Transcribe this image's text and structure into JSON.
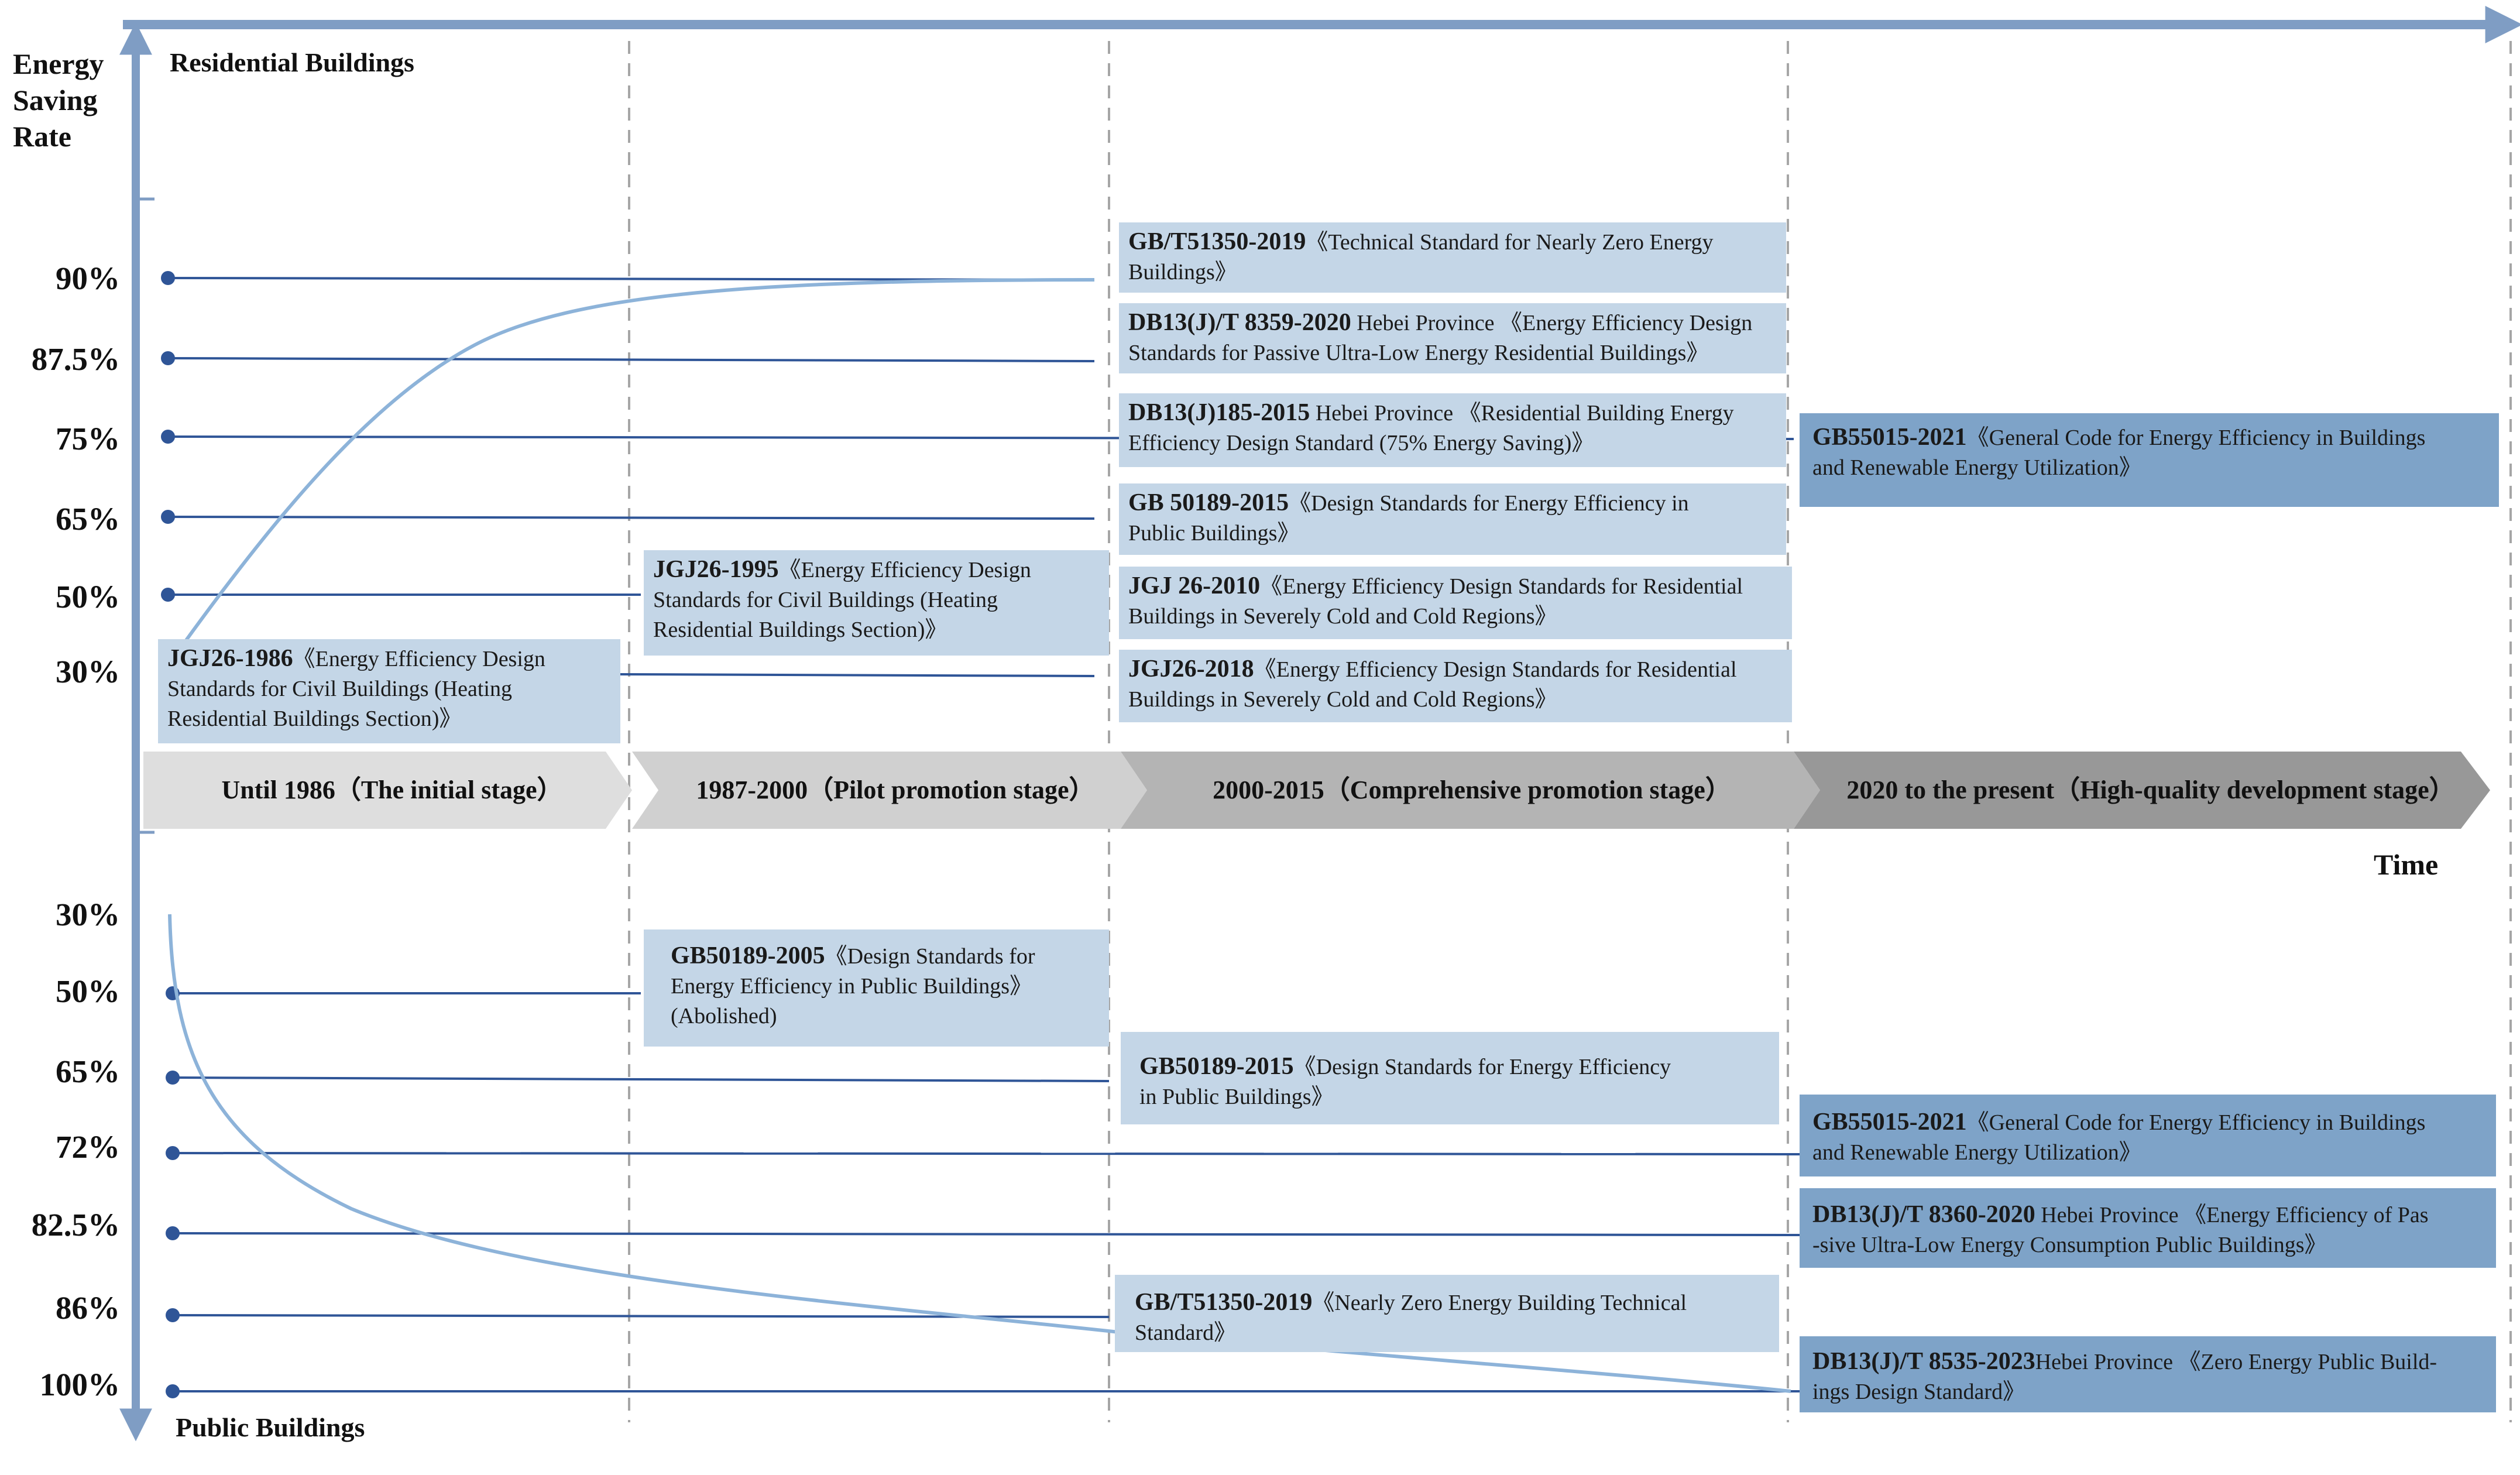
{
  "axis": {
    "y_title_lines": [
      "Energy",
      "Saving",
      "Rate"
    ],
    "x_title": "Time",
    "residential_label": "Residential Buildings",
    "public_label": "Public Buildings"
  },
  "colors": {
    "axis": "#7f9dc4",
    "guide_line": "#2f5597",
    "curve": "#8db3d9",
    "box_light": "#c4d6e7",
    "box_dark": "#7ea3c8",
    "stage_1": "#dedede",
    "stage_2": "#d0d0d0",
    "stage_3": "#b4b4b4",
    "stage_4": "#989898"
  },
  "stages": [
    {
      "label": "Until 1986（The initial stage）"
    },
    {
      "label": "1987-2000（Pilot promotion stage）"
    },
    {
      "label": "2000-2015（Comprehensive promotion stage）"
    },
    {
      "label": "2020 to the present（High-quality development stage）"
    }
  ],
  "residential": {
    "rates": [
      "90%",
      "87.5%",
      "75%",
      "65%",
      "50%",
      "30%"
    ],
    "standards": [
      {
        "code": "JGJ26-1986",
        "text_lines": [
          "《Energy Efficiency Design",
          "Standards for Civil Buildings (Heating",
          "Residential Buildings Section)》"
        ]
      },
      {
        "code": "JGJ26-1995",
        "text_lines": [
          "《Energy Efficiency Design",
          "Standards for Civil Buildings (Heating",
          "Residential Buildings Section)》"
        ]
      },
      {
        "code": "GB/T51350-2019",
        "text_lines": [
          "《Technical Standard for Nearly Zero Energy",
          "Buildings》"
        ]
      },
      {
        "code": "DB13(J)/T 8359-2020",
        "text_lines": [
          " Hebei Province 《Energy Efficiency Design",
          "Standards for Passive Ultra-Low Energy Residential Buildings》"
        ]
      },
      {
        "code": "DB13(J)185-2015",
        "text_lines": [
          " Hebei Province 《Residential Building Energy",
          "Efficiency Design Standard (75% Energy Saving)》"
        ]
      },
      {
        "code": "GB 50189-2015",
        "text_lines": [
          "《Design Standards for Energy Efficiency in",
          "Public Buildings》"
        ]
      },
      {
        "code": "JGJ 26-2010",
        "text_lines": [
          "《Energy Efficiency Design Standards for Residential",
          "Buildings in Severely Cold and Cold Regions》"
        ]
      },
      {
        "code": "JGJ26-2018",
        "text_lines": [
          "《Energy Efficiency Design Standards for Residential",
          "Buildings in Severely Cold and Cold Regions》"
        ]
      },
      {
        "code": "GB55015-2021",
        "text_lines": [
          "《General Code for Energy Efficiency in Buildings",
          "and Renewable Energy Utilization》"
        ]
      }
    ]
  },
  "public": {
    "rates": [
      "30%",
      "50%",
      "65%",
      "72%",
      "82.5%",
      "86%",
      "100%"
    ],
    "standards": [
      {
        "code": "GB50189-2005",
        "text_lines": [
          "《Design Standards for",
          "Energy Efficiency in Public Buildings》",
          "(Abolished)"
        ]
      },
      {
        "code": "GB50189-2015",
        "text_lines": [
          "《Design Standards for Energy Efficiency",
          "in Public Buildings》"
        ]
      },
      {
        "code": "GB55015-2021",
        "text_lines": [
          "《General Code for Energy Efficiency in Buildings",
          "and Renewable Energy Utilization》"
        ]
      },
      {
        "code": "DB13(J)/T 8360-2020",
        "text_lines": [
          " Hebei Province 《Energy Efficiency of Pas",
          "-sive Ultra-Low Energy Consumption Public Buildings》"
        ]
      },
      {
        "code": "GB/T51350-2019",
        "text_lines": [
          "《Nearly Zero Energy Building Technical",
          "Standard》"
        ]
      },
      {
        "code": "DB13(J)/T 8535-2023",
        "text_lines": [
          "Hebei Province 《Zero Energy Public Build-",
          "ings Design Standard》"
        ]
      }
    ]
  }
}
